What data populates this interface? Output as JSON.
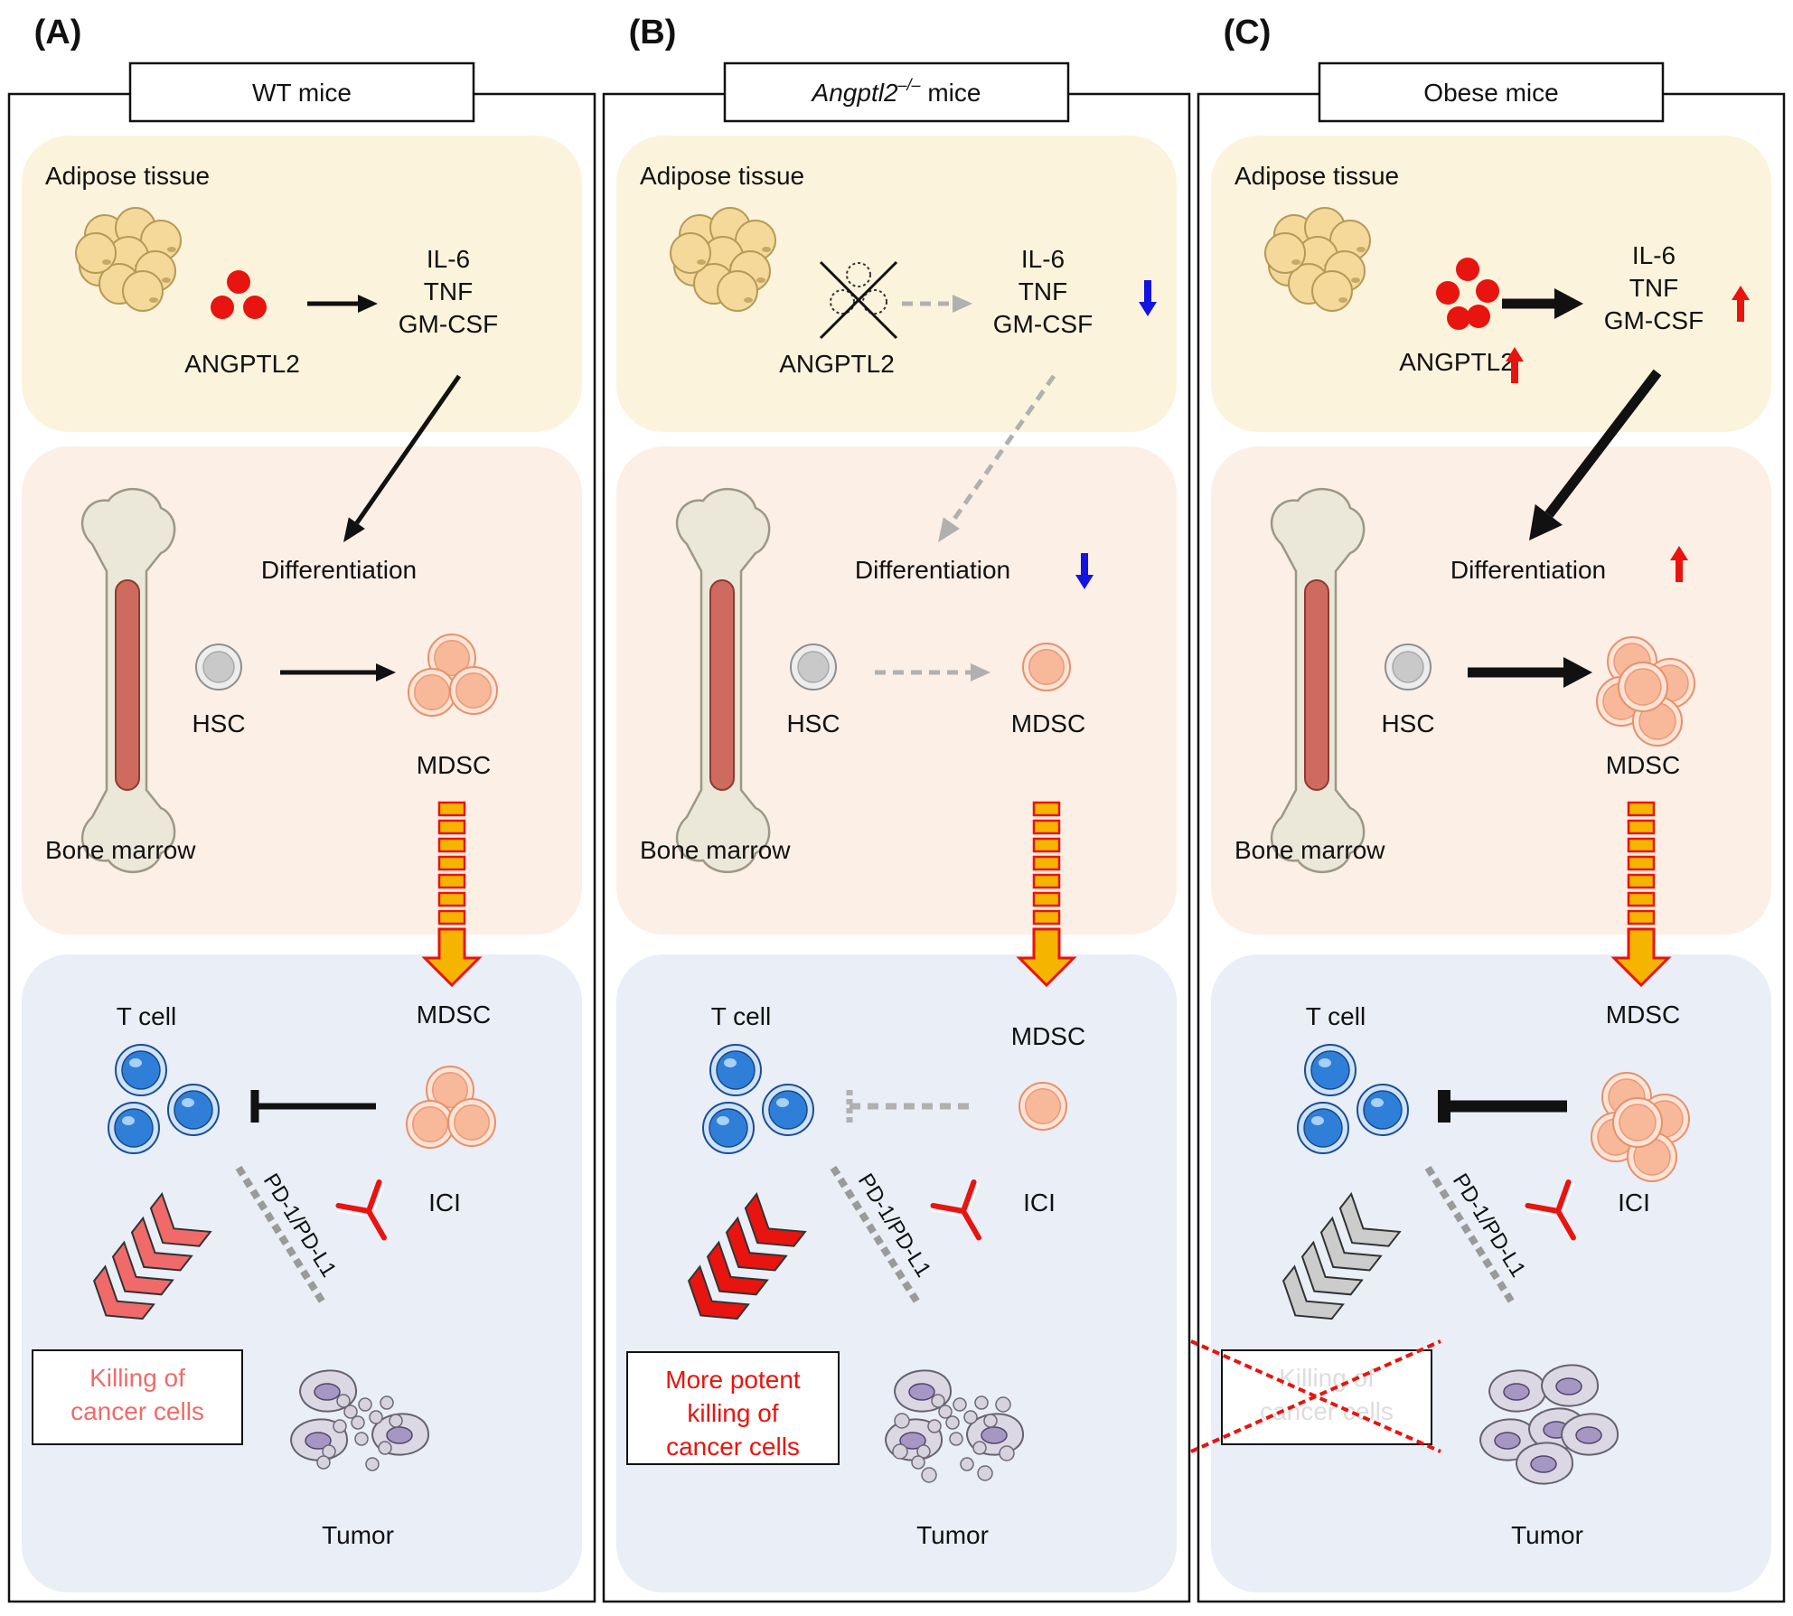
{
  "panels": [
    {
      "id": "A",
      "letter": "(A)",
      "title": "WT mice",
      "title_italic": "",
      "title_sup": "",
      "mode": "wt",
      "adipose_label": "Adipose tissue",
      "angptl2_label": "ANGPTL2",
      "cytokines": [
        "IL-6",
        "TNF",
        "GM-CSF"
      ],
      "differentiation_label": "Differentiation",
      "hsc_label": "HSC",
      "mdsc_label": "MDSC",
      "bone_marrow_label": "Bone marrow",
      "tumor_mdsc_label": "MDSC",
      "tcell_label": "T cell",
      "pd_label": "PD-1/PD-L1",
      "ici_label": "ICI",
      "killing_lines": [
        "Killing of",
        "cancer cells"
      ],
      "tumor_label": "Tumor"
    },
    {
      "id": "B",
      "letter": "(B)",
      "title": " mice",
      "title_italic": "Angptl2",
      "title_sup": "–/–",
      "mode": "ko",
      "adipose_label": "Adipose tissue",
      "angptl2_label": "ANGPTL2",
      "cytokines": [
        "IL-6",
        "TNF",
        "GM-CSF"
      ],
      "differentiation_label": "Differentiation",
      "hsc_label": "HSC",
      "mdsc_label": "MDSC",
      "bone_marrow_label": "Bone marrow",
      "tumor_mdsc_label": "MDSC",
      "tcell_label": "T cell",
      "pd_label": "PD-1/PD-L1",
      "ici_label": "ICI",
      "killing_lines": [
        "More potent",
        "killing of",
        "cancer cells"
      ],
      "tumor_label": "Tumor"
    },
    {
      "id": "C",
      "letter": "(C)",
      "title": "Obese mice",
      "title_italic": "",
      "title_sup": "",
      "mode": "obese",
      "adipose_label": "Adipose tissue",
      "angptl2_label": "ANGPTL2",
      "cytokines": [
        "IL-6",
        "TNF",
        "GM-CSF"
      ],
      "differentiation_label": "Differentiation",
      "hsc_label": "HSC",
      "mdsc_label": "MDSC",
      "bone_marrow_label": "Bone marrow",
      "tumor_mdsc_label": "MDSC",
      "tcell_label": "T cell",
      "pd_label": "PD-1/PD-L1",
      "ici_label": "ICI",
      "killing_lines": [
        "Killing of",
        "cancer cells"
      ],
      "tumor_label": "Tumor"
    }
  ],
  "colors": {
    "adipose_bg": "#fbf3dc",
    "marrow_bg": "#fbefe6",
    "tumor_bg": "#e9eef7",
    "angptl2_dot": "#e8140f",
    "up_arrow": "#e8140f",
    "down_arrow": "#1414e0",
    "flow_arrow": "#f5b400",
    "flow_outline": "#e8140f",
    "tcell": "#2f7fd8",
    "mdsc": "#f7b99a",
    "ici": "#e8140f",
    "killing_wt": "#f06a6a",
    "killing_ko": "#e8140f",
    "killing_obese": "#cccccc"
  }
}
